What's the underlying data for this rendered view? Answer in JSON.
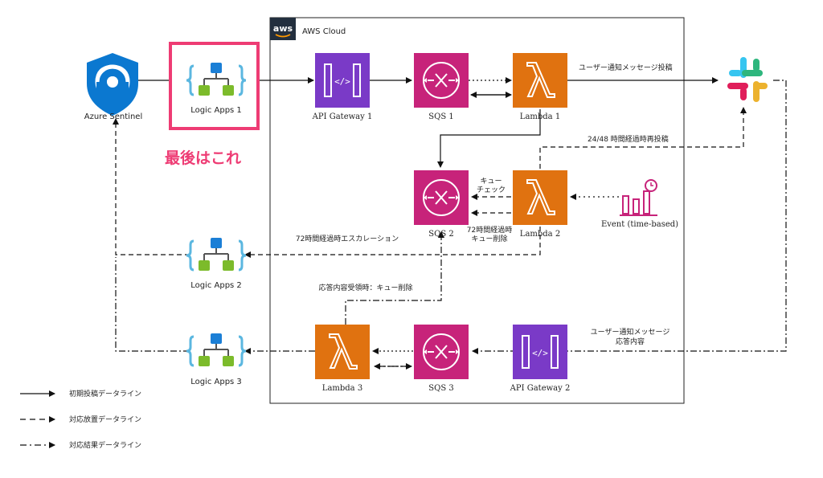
{
  "cloud": {
    "label": "AWS Cloud",
    "badge": "aws"
  },
  "nodes": {
    "azure_sentinel": {
      "label": "Azure Sentinel"
    },
    "logic_apps_1": {
      "label": "Logic Apps 1"
    },
    "logic_apps_2": {
      "label": "Logic Apps 2"
    },
    "logic_apps_3": {
      "label": "Logic Apps 3"
    },
    "api_gateway_1": {
      "label": "API Gateway 1"
    },
    "api_gateway_2": {
      "label": "API Gateway 2"
    },
    "sqs_1": {
      "label": "SQS 1"
    },
    "sqs_2": {
      "label": "SQS 2"
    },
    "sqs_3": {
      "label": "SQS 3"
    },
    "lambda_1": {
      "label": "Lambda 1"
    },
    "lambda_2": {
      "label": "Lambda 2"
    },
    "lambda_3": {
      "label": "Lambda 3"
    },
    "event": {
      "label": "Event (time-based)"
    }
  },
  "annotations": {
    "highlight_note": "最後はこれ",
    "post_message": "ユーザー通知メッセージ投稿",
    "repost": "24/48 時間経過時再投稿",
    "queue_check_1": "キュー",
    "queue_check_2": "チェック",
    "delete_72_1": "72時間経過時",
    "delete_72_2": "キュー削除",
    "escalation_72": "72時間経過時エスカレーション",
    "reply_received": "応答内容受領時：キュー削除",
    "reply_1": "ユーザー通知メッセージ",
    "reply_2": "応答内容"
  },
  "legend": [
    {
      "style": "solid",
      "label": "初期投稿データライン"
    },
    {
      "style": "dashed",
      "label": "対応放置データライン"
    },
    {
      "style": "dashdot",
      "label": "対応結果データライン"
    }
  ],
  "colors": {
    "integration": "#c7237a",
    "api_gateway": "#7a3ac7",
    "compute": "#e07210",
    "highlight": "#ee3c74",
    "azure": "#0b78d0",
    "logic_blue": "#1b7fd6",
    "logic_green": "#7cbb2b",
    "logic_brace": "#5bb7e0"
  }
}
